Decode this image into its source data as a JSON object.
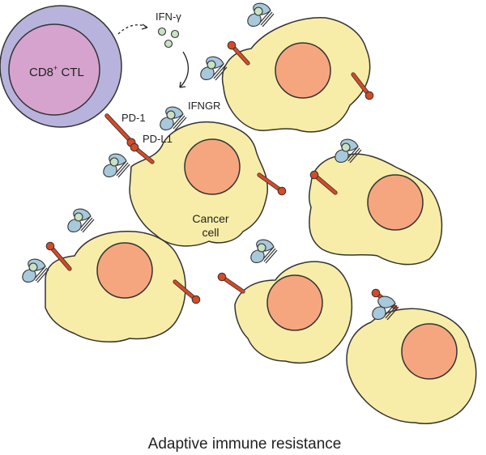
{
  "labels": {
    "ctl_main": "CD8",
    "ctl_sup": "+",
    "ctl_rest": " CTL",
    "ifn": "IFN-γ",
    "ifngr": "IFNGR",
    "pd1": "PD-1",
    "pdl1": "PD-L1",
    "cancer_line1": "Cancer",
    "cancer_line2": "cell",
    "caption": "Adaptive immune resistance"
  },
  "colors": {
    "ctl_outer": "#b8b3dc",
    "ctl_inner": "#d6a3cf",
    "cell_fill": "#f7eda8",
    "nucleus": "#f6a67e",
    "pd_red": "#d64a26",
    "receptor_blue": "#a8c8dc",
    "ifn_green": "#c8e2c4"
  }
}
